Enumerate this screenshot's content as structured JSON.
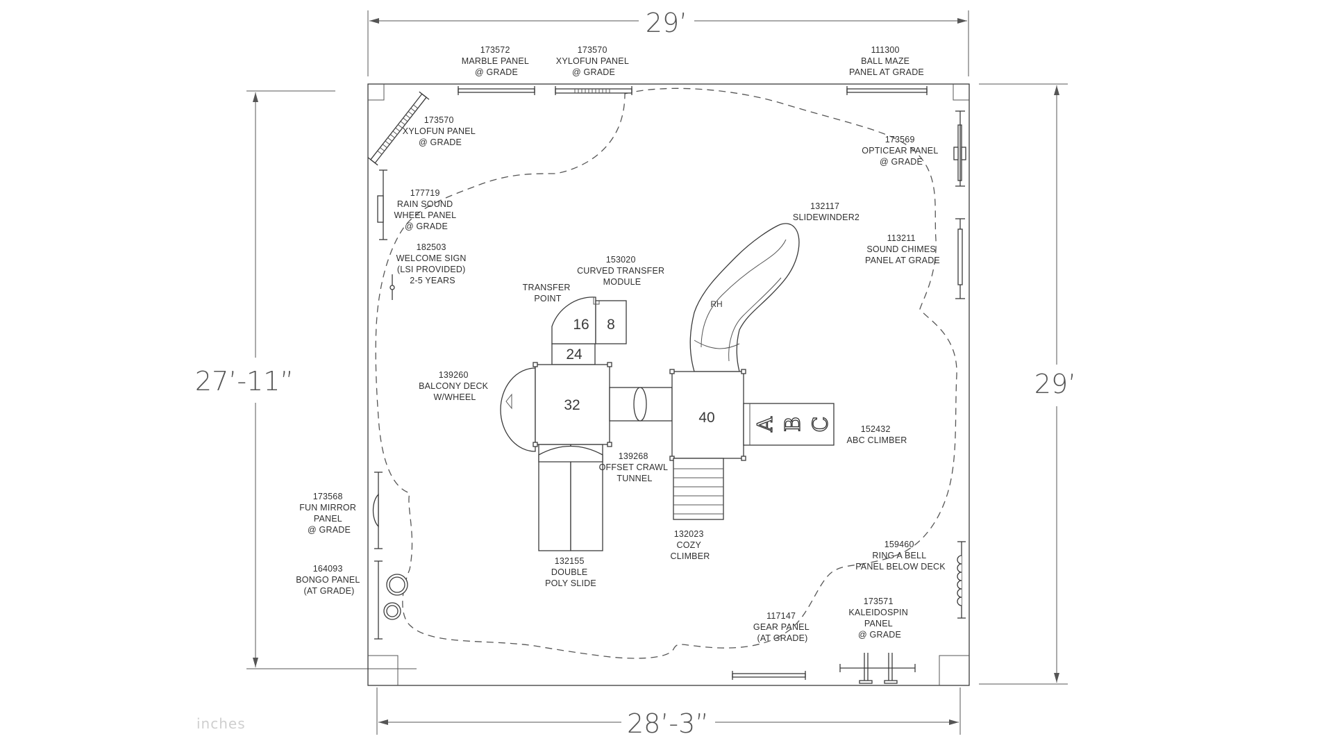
{
  "dimensions": {
    "top": "29’",
    "right": "29’",
    "left": "27’-11”",
    "bottom": "28’-3”"
  },
  "unit_note": "inches",
  "decks": {
    "d16": "16",
    "d8": "8",
    "d24": "24",
    "d32": "32",
    "d40": "40"
  },
  "slide_hand": "RH",
  "abc_letters": [
    "A",
    "B",
    "C"
  ],
  "labels": {
    "marble_panel": [
      "173572",
      "MARBLE PANEL",
      "@ GRADE"
    ],
    "xylofun_top": [
      "173570",
      "XYLOFUN PANEL",
      "@ GRADE"
    ],
    "ball_maze": [
      "111300",
      "BALL MAZE",
      "PANEL AT GRADE"
    ],
    "xylofun_left": [
      "173570",
      "XYLOFUN PANEL",
      "@ GRADE"
    ],
    "opticear": [
      "173569",
      "OPTICEAR PANEL",
      "@ GRADE"
    ],
    "rain_sound": [
      "177719",
      "RAIN SOUND",
      "WHEEL PANEL",
      "@ GRADE"
    ],
    "slidewinder": [
      "132117",
      "SLIDEWINDER2"
    ],
    "welcome_sign": [
      "182503",
      "WELCOME SIGN",
      "(LSI PROVIDED)",
      "2-5 YEARS"
    ],
    "sound_chimes": [
      "113211",
      "SOUND CHIMES",
      "PANEL AT GRADE"
    ],
    "curved_transfer": [
      "153020",
      "CURVED TRANSFER",
      "MODULE"
    ],
    "transfer_point": [
      "TRANSFER",
      "POINT"
    ],
    "balcony_deck": [
      "139260",
      "BALCONY DECK",
      "W/WHEEL"
    ],
    "abc_climber": [
      "152432",
      "ABC CLIMBER"
    ],
    "crawl_tunnel": [
      "139268",
      "OFFSET CRAWL",
      "TUNNEL"
    ],
    "fun_mirror": [
      "173568",
      "FUN MIRROR",
      "PANEL",
      "@ GRADE"
    ],
    "cozy_climber": [
      "132023",
      "COZY",
      "CLIMBER"
    ],
    "ring_bell": [
      "159460",
      "RING A BELL",
      "PANEL BELOW DECK"
    ],
    "double_slide": [
      "132155",
      "DOUBLE",
      "POLY SLIDE"
    ],
    "bongo_panel": [
      "164093",
      "BONGO PANEL",
      "(AT GRADE)"
    ],
    "kaleidospin": [
      "173571",
      "KALEIDOSPIN",
      "PANEL",
      "@ GRADE"
    ],
    "gear_panel": [
      "117147",
      "GEAR PANEL",
      "(AT GRADE)"
    ]
  }
}
